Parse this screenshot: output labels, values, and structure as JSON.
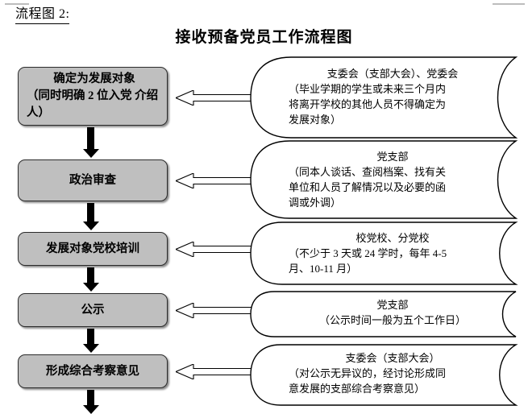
{
  "document": {
    "label": "流程图 2:",
    "title": "接收预备党员工作流程图"
  },
  "flow": {
    "steps": [
      {
        "id": "step-1",
        "lines": [
          "确定为发展对象",
          "（同时明确 2 位入党",
          "介绍人）"
        ]
      },
      {
        "id": "step-2",
        "lines": [
          "政治审查"
        ]
      },
      {
        "id": "step-3",
        "lines": [
          "发展对象党校培训"
        ]
      },
      {
        "id": "step-4",
        "lines": [
          "公示"
        ]
      },
      {
        "id": "step-5",
        "lines": [
          "形成综合考察意见"
        ]
      }
    ],
    "notes": [
      {
        "id": "note-1",
        "heading": "支委会（支部大会）、党委会",
        "lines": [
          "（毕业学期的学生或未来三个月内",
          "将离开学校的其他人员不得确定为",
          "发展对象）"
        ]
      },
      {
        "id": "note-2",
        "heading": "党支部",
        "lines": [
          "（同本人谈话、查阅档案、找有关",
          "单位和人员了解情况以及必要的函",
          "调或外调）"
        ]
      },
      {
        "id": "note-3",
        "heading": "校党校、分党校",
        "lines": [
          "（不少于 3 天或 24 学时，每年 4-5",
          "月、10-11 月）"
        ]
      },
      {
        "id": "note-4",
        "heading": "党支部",
        "lines": [
          "（公示时间一般为五个工作日）"
        ]
      },
      {
        "id": "note-5",
        "heading": "支委会（支部大会）",
        "lines": [
          "（对公示无异议的，经讨论形成同",
          "意发展的支部综合考察意见）"
        ]
      }
    ]
  },
  "colors": {
    "box_fill": "#bfbfbf",
    "box_border": "#2b2b2b",
    "arrow_solid": "#000000",
    "arrow_hollow_fill": "#ffffff",
    "page_background": "#ffffff"
  }
}
